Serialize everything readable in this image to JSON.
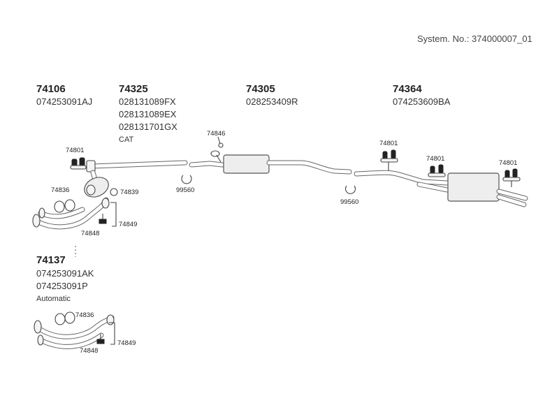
{
  "header": {
    "system_number": "System. No.: 374000007_01"
  },
  "groups": {
    "g74106": {
      "part": "74106",
      "oem": [
        "074253091AJ"
      ]
    },
    "g74325": {
      "part": "74325",
      "oem": [
        "028131089FX",
        "028131089EX",
        "028131701GX"
      ],
      "note": "CAT"
    },
    "g74305": {
      "part": "74305",
      "oem": [
        "028253409R"
      ]
    },
    "g74364": {
      "part": "74364",
      "oem": [
        "074253609BA"
      ]
    },
    "g74137": {
      "part": "74137",
      "oem": [
        "074253091AK",
        "074253091P"
      ],
      "note": "Automatic"
    }
  },
  "callouts": {
    "c74801_a": "74801",
    "c74846": "74846",
    "c74836_a": "74836",
    "c74839": "74839",
    "c74849_a": "74849",
    "c74848_a": "74848",
    "c99560_a": "99560",
    "c99560_b": "99560",
    "c74801_b": "74801",
    "c74801_c": "74801",
    "c74801_d": "74801",
    "c74836_b": "74836",
    "c74849_b": "74849",
    "c74848_b": "74848"
  }
}
